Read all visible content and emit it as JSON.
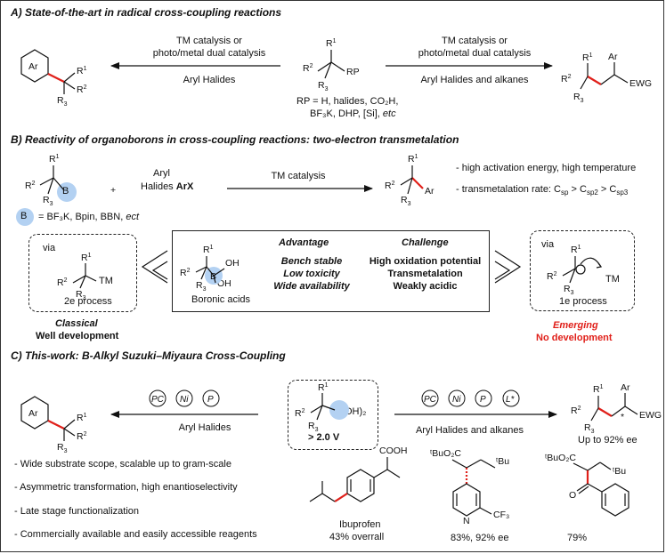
{
  "sectionA": {
    "title": "A)  State-of-the-art in radical cross-coupling reactions",
    "left_arrow_top_1": "TM catalysis or",
    "left_arrow_top_2": "photo/metal dual catalysis",
    "left_arrow_bottom": "Aryl Halides",
    "right_arrow_top_1": "TM catalysis or",
    "right_arrow_top_2": "photo/metal dual catalysis",
    "right_arrow_bottom": "Aryl Halides and alkanes",
    "rp_line1": "RP = H, halides, CO₂H,",
    "rp_line2": "BF₃K, DHP, [Si],",
    "rp_etc": "etc",
    "mol_left_ring": "Ar",
    "mol_center_rp": "RP",
    "mol_right_ar": "Ar",
    "mol_right_ewg": "EWG"
  },
  "sectionB": {
    "title": "B)  Reactivity of organoborons in cross-coupling reactions: two-electron transmetalation",
    "reagent_plus": "+",
    "reagent_aryl": "Aryl",
    "reagent_halides": "Halides",
    "reagent_arx": "ArX",
    "arrow_label": "TM catalysis",
    "bullet1": "- high activation energy, high temperature",
    "bullet2": "- transmetalation rate: C",
    "bullet2_sp": "sp",
    "bullet2_gt": " > C",
    "bullet2_sp2": "sp2",
    "bullet2_gt2": " > C",
    "bullet2_sp3": "sp3",
    "b_def": "= BF₃K, Bpin, BBN,",
    "b_def_etc": "ect",
    "b_letter": "B",
    "via_left": "via",
    "tm_left": "TM",
    "process_left": "2e process",
    "via_right": "via",
    "tm_right": "TM",
    "process_right": "1e process",
    "classical_1": "Classical",
    "classical_2": "Well development",
    "emerging_1": "Emerging",
    "emerging_2": "No development",
    "boronic_label": "Boronic acids",
    "oh_top": "OH",
    "oh_bottom": "OH",
    "advantage_head": "Advantage",
    "advantage_items": [
      "Bench stable",
      "Low toxicity",
      "Wide availability"
    ],
    "challenge_head": "Challenge",
    "challenge_items": [
      "High oxidation potential",
      "Transmetalation",
      "Weakly acidic"
    ],
    "product_ar": "Ar"
  },
  "sectionC": {
    "title": "C)  This-work: B-Alkyl Suzuki–Miyaura Cross-Coupling",
    "left_arrow_bottom": "Aryl Halides",
    "right_arrow_bottom": "Aryl Halides and alkanes",
    "center_boh2": "B(OH)₂",
    "center_potential": "> 2.0 V",
    "ee_text": "Up to 92% ee",
    "ligands_left": [
      "PC",
      "Ni",
      "P"
    ],
    "ligands_right": [
      "PC",
      "Ni",
      "P",
      "L*"
    ],
    "bullets": [
      "- Wide substrate scope, scalable up to gram-scale",
      "- Asymmetric transformation, high enantioselectivity",
      "- Late stage functionalization",
      "- Commercially available and easily accessible reagents"
    ],
    "ibuprofen_name": "Ibuprofen",
    "ibuprofen_yield": "43% overrall",
    "cooh": "COOH",
    "ex2_yield": "83%, 92% ee",
    "ex3_yield": "79%",
    "ex2_ester": "ᵗBuO₂C",
    "ex2_tbu": "ᵗBu",
    "ex2_cf3": "CF₃",
    "ex2_n": "N",
    "ex3_ester": "ᵗBuO₂C",
    "ex3_tbu": "ᵗBu",
    "ex3_o": "O",
    "mol_left_ring": "Ar",
    "mol_right_ar": "Ar",
    "mol_right_ewg": "EWG",
    "star": "*"
  },
  "colors": {
    "accent_red": "#e0201a",
    "boron_blue": "#b3d1f2",
    "ink": "#111111"
  }
}
